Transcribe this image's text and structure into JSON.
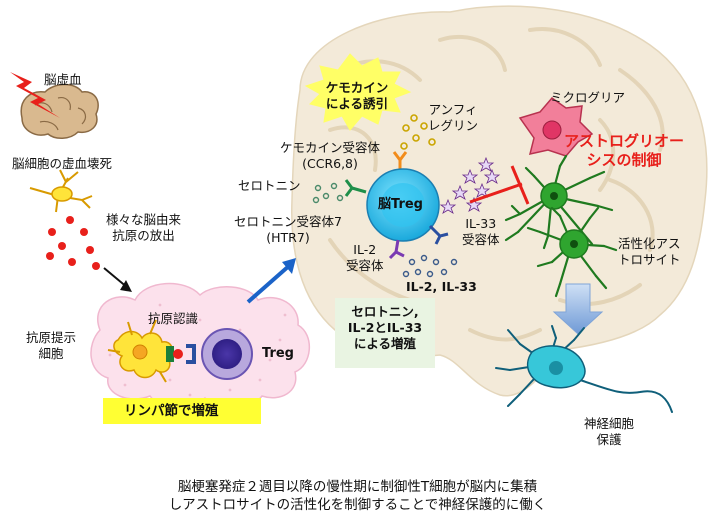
{
  "left": {
    "stroke_label": "脳虚血",
    "necrosis_label": "脳細胞の虚血壊死",
    "antigen_release": [
      "様々な脳由来",
      "抗原の放出"
    ],
    "antigen_recognition": "抗原認識",
    "apc_label": [
      "抗原提示",
      "細胞"
    ],
    "treg_label": "Treg",
    "lymph_node_label": "リンパ節で増殖"
  },
  "brain": {
    "chemokine_burst": [
      "ケモカイン",
      "による誘引"
    ],
    "chemokine_receptor": [
      "ケモカイン受容体",
      "(CCR6,8)"
    ],
    "amphiregulin": [
      "アンフィ",
      "レグリン"
    ],
    "serotonin": "セロトニン",
    "serotonin_receptor": [
      "セロトニン受容体7",
      "(HTR7)"
    ],
    "brain_treg": "脳Treg",
    "il33_receptor": [
      "IL-33",
      "受容体"
    ],
    "il2_receptor": [
      "IL-2",
      "受容体"
    ],
    "il2_il33": "IL-2, IL-33",
    "proliferation_box": [
      "セロトニン,",
      "IL-2とIL-33",
      "による増殖"
    ]
  },
  "right": {
    "microglia": "ミクログリア",
    "astrogliosis_control": [
      "アストログリオー",
      "シスの制御"
    ],
    "activated_astrocyte": [
      "活性化アス",
      "トロサイト"
    ],
    "neuroprotection": [
      "神経細胞",
      "保護"
    ]
  },
  "caption": [
    "脳梗塞発症２週目以降の慢性期に制御性T細胞が脳内に集積",
    "しアストロサイトの活性化を制御することで神経保護的に働く"
  ],
  "colors": {
    "brain_bg": "#f3ead9",
    "treg_cyan": "#31c3ef",
    "astrocyte_green": "#2fa52f",
    "microglia_pink": "#f27f9a",
    "neuron_cyan": "#37c7d9",
    "highlight_red": "#e8201b",
    "lymph_yellow": "#ffff33",
    "lymph_cloud": "#fce1ec",
    "chemokine_yellow": "#ffff66",
    "arrow_blue": "#1b63c8"
  }
}
